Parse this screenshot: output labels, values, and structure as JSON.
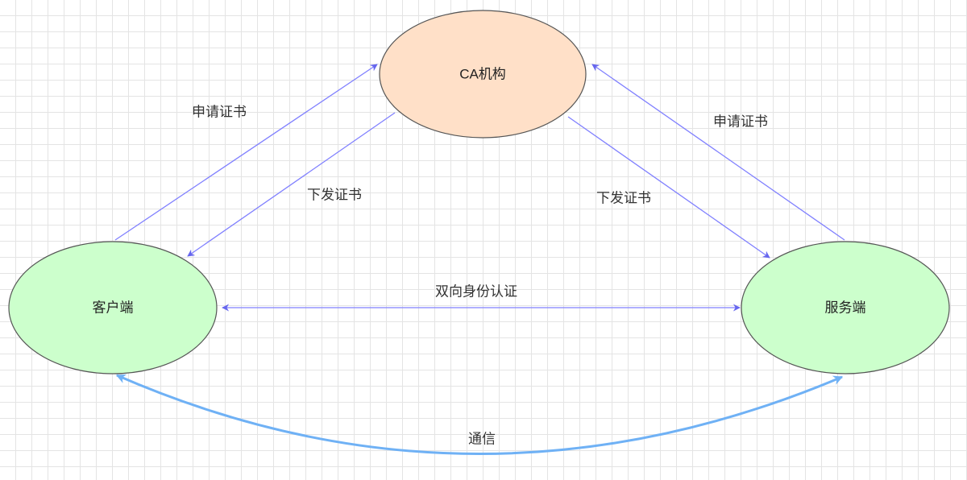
{
  "nodes": {
    "ca": {
      "label": "CA机构",
      "fill": "#ffe0c8",
      "stroke": "#555555"
    },
    "client": {
      "label": "客户端",
      "fill": "#ccffcc",
      "stroke": "#555555"
    },
    "server": {
      "label": "服务端",
      "fill": "#ccffcc",
      "stroke": "#555555"
    }
  },
  "edges": {
    "client_apply": "申请证书",
    "ca_issue_client": "下发证书",
    "ca_issue_server": "下发证书",
    "server_apply": "申请证书",
    "mutual_auth": "双向身份认证",
    "communication": "通信"
  },
  "colors": {
    "cert_arrow": "#8080ff",
    "arrow_head": "#6666ee",
    "comm_arrow": "#6fb1f5"
  }
}
